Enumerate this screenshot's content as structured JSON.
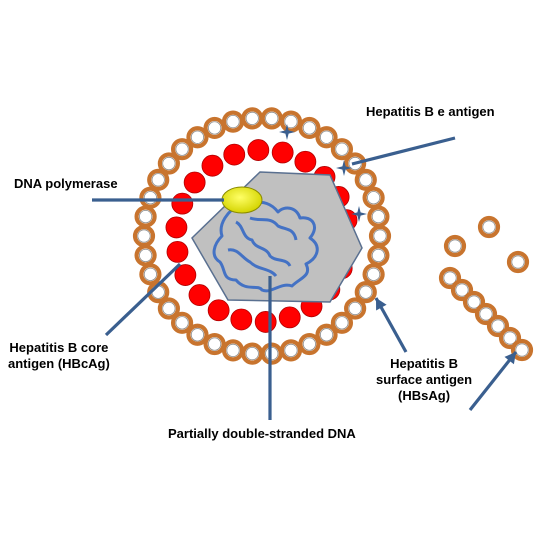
{
  "labels": {
    "e_antigen": "Hepatitis B e antigen",
    "dna_polymerase": "DNA polymerase",
    "core_antigen": [
      "Hepatitis B core",
      "antigen (HBcAg)"
    ],
    "surface_antigen": [
      "Hepatitis B",
      "surface antigen",
      "(HBsAg)"
    ],
    "dna": "Partially double-stranded DNA"
  },
  "colors": {
    "envelope_ring": "#c8742e",
    "core_bead": "#ff0000",
    "capsid_fill": "#c0c0c0",
    "capsid_stroke": "#5a7090",
    "dna_strand": "#4472c4",
    "polymerase": "#e6e600",
    "pointer": "#3a5f8f"
  },
  "counts": {
    "envelope_beads": 38,
    "core_beads": 22,
    "free_hbsag_particles": 3,
    "filament_beads": 7,
    "e_antigen_stars": 3
  }
}
